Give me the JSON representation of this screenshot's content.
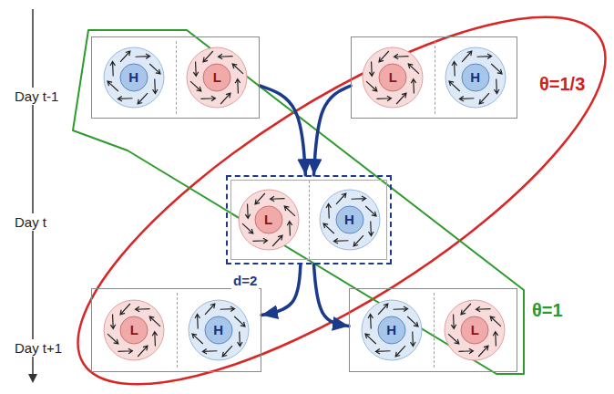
{
  "diagram": {
    "nodes": [
      {
        "text": []
      },
      {
        "text": [
          "H"
        ],
        "in": 0
      },
      {
        "text": [
          "L"
        ],
        "in": 0
      },
      {
        "text": []
      },
      {
        "text": [
          "L"
        ],
        "in": 3
      },
      {
        "text": [
          "H"
        ],
        "in": 3
      },
      {
        "text": []
      },
      {
        "text": [
          "L"
        ],
        "in": 6
      },
      {
        "text": [
          "H"
        ],
        "in": 6
      },
      {
        "text": []
      },
      {
        "text": [
          "L"
        ],
        "in": 9
      },
      {
        "text": [
          "H"
        ],
        "in": 9
      },
      {
        "text": []
      },
      {
        "text": [
          "H"
        ],
        "in": 12
      },
      {
        "text": [
          "L"
        ],
        "in": 12
      }
    ],
    "edges": [
      {
        "from": 0,
        "to": 6,
        "arrow": "to"
      },
      {
        "from": 3,
        "to": 6,
        "arrow": "to"
      },
      {
        "from": 6,
        "to": 9,
        "arrow": "to"
      },
      {
        "from": 6,
        "to": 12,
        "arrow": "to"
      }
    ],
    "labels": [
      "Day t-1",
      "Day t",
      "Day t+1",
      "d=2",
      "θ=1/3",
      "θ=1"
    ]
  }
}
